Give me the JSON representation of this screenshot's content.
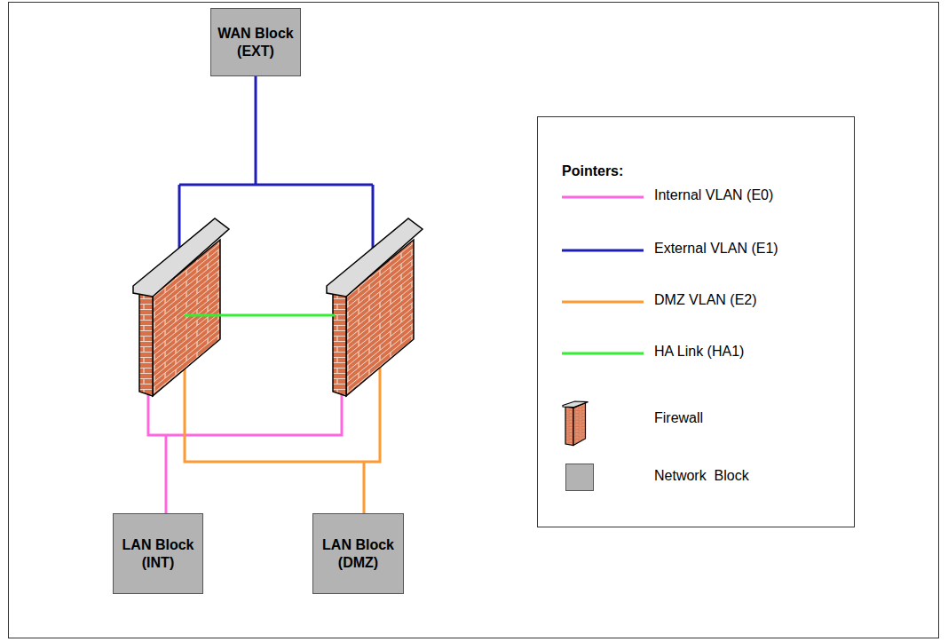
{
  "diagram": {
    "nodes": [
      {
        "text": [
          "WAN Block (EXT)"
        ]
      },
      {
        "text": [
          "LAN Block (INT)"
        ]
      },
      {
        "text": [
          "LAN Block (DMZ)"
        ]
      }
    ],
    "labels": [
      "Pointers:"
    ],
    "legend": [
      {
        "text": "Internal VLAN (E0)"
      },
      {
        "text": "External VLAN (E1)"
      },
      {
        "text": "DMZ VLAN (E2)"
      },
      {
        "text": "HA Link (HA1)"
      },
      {
        "text": "Firewall"
      },
      {
        "text": "Network  Block",
        "color": "#b3b3b3"
      }
    ]
  }
}
